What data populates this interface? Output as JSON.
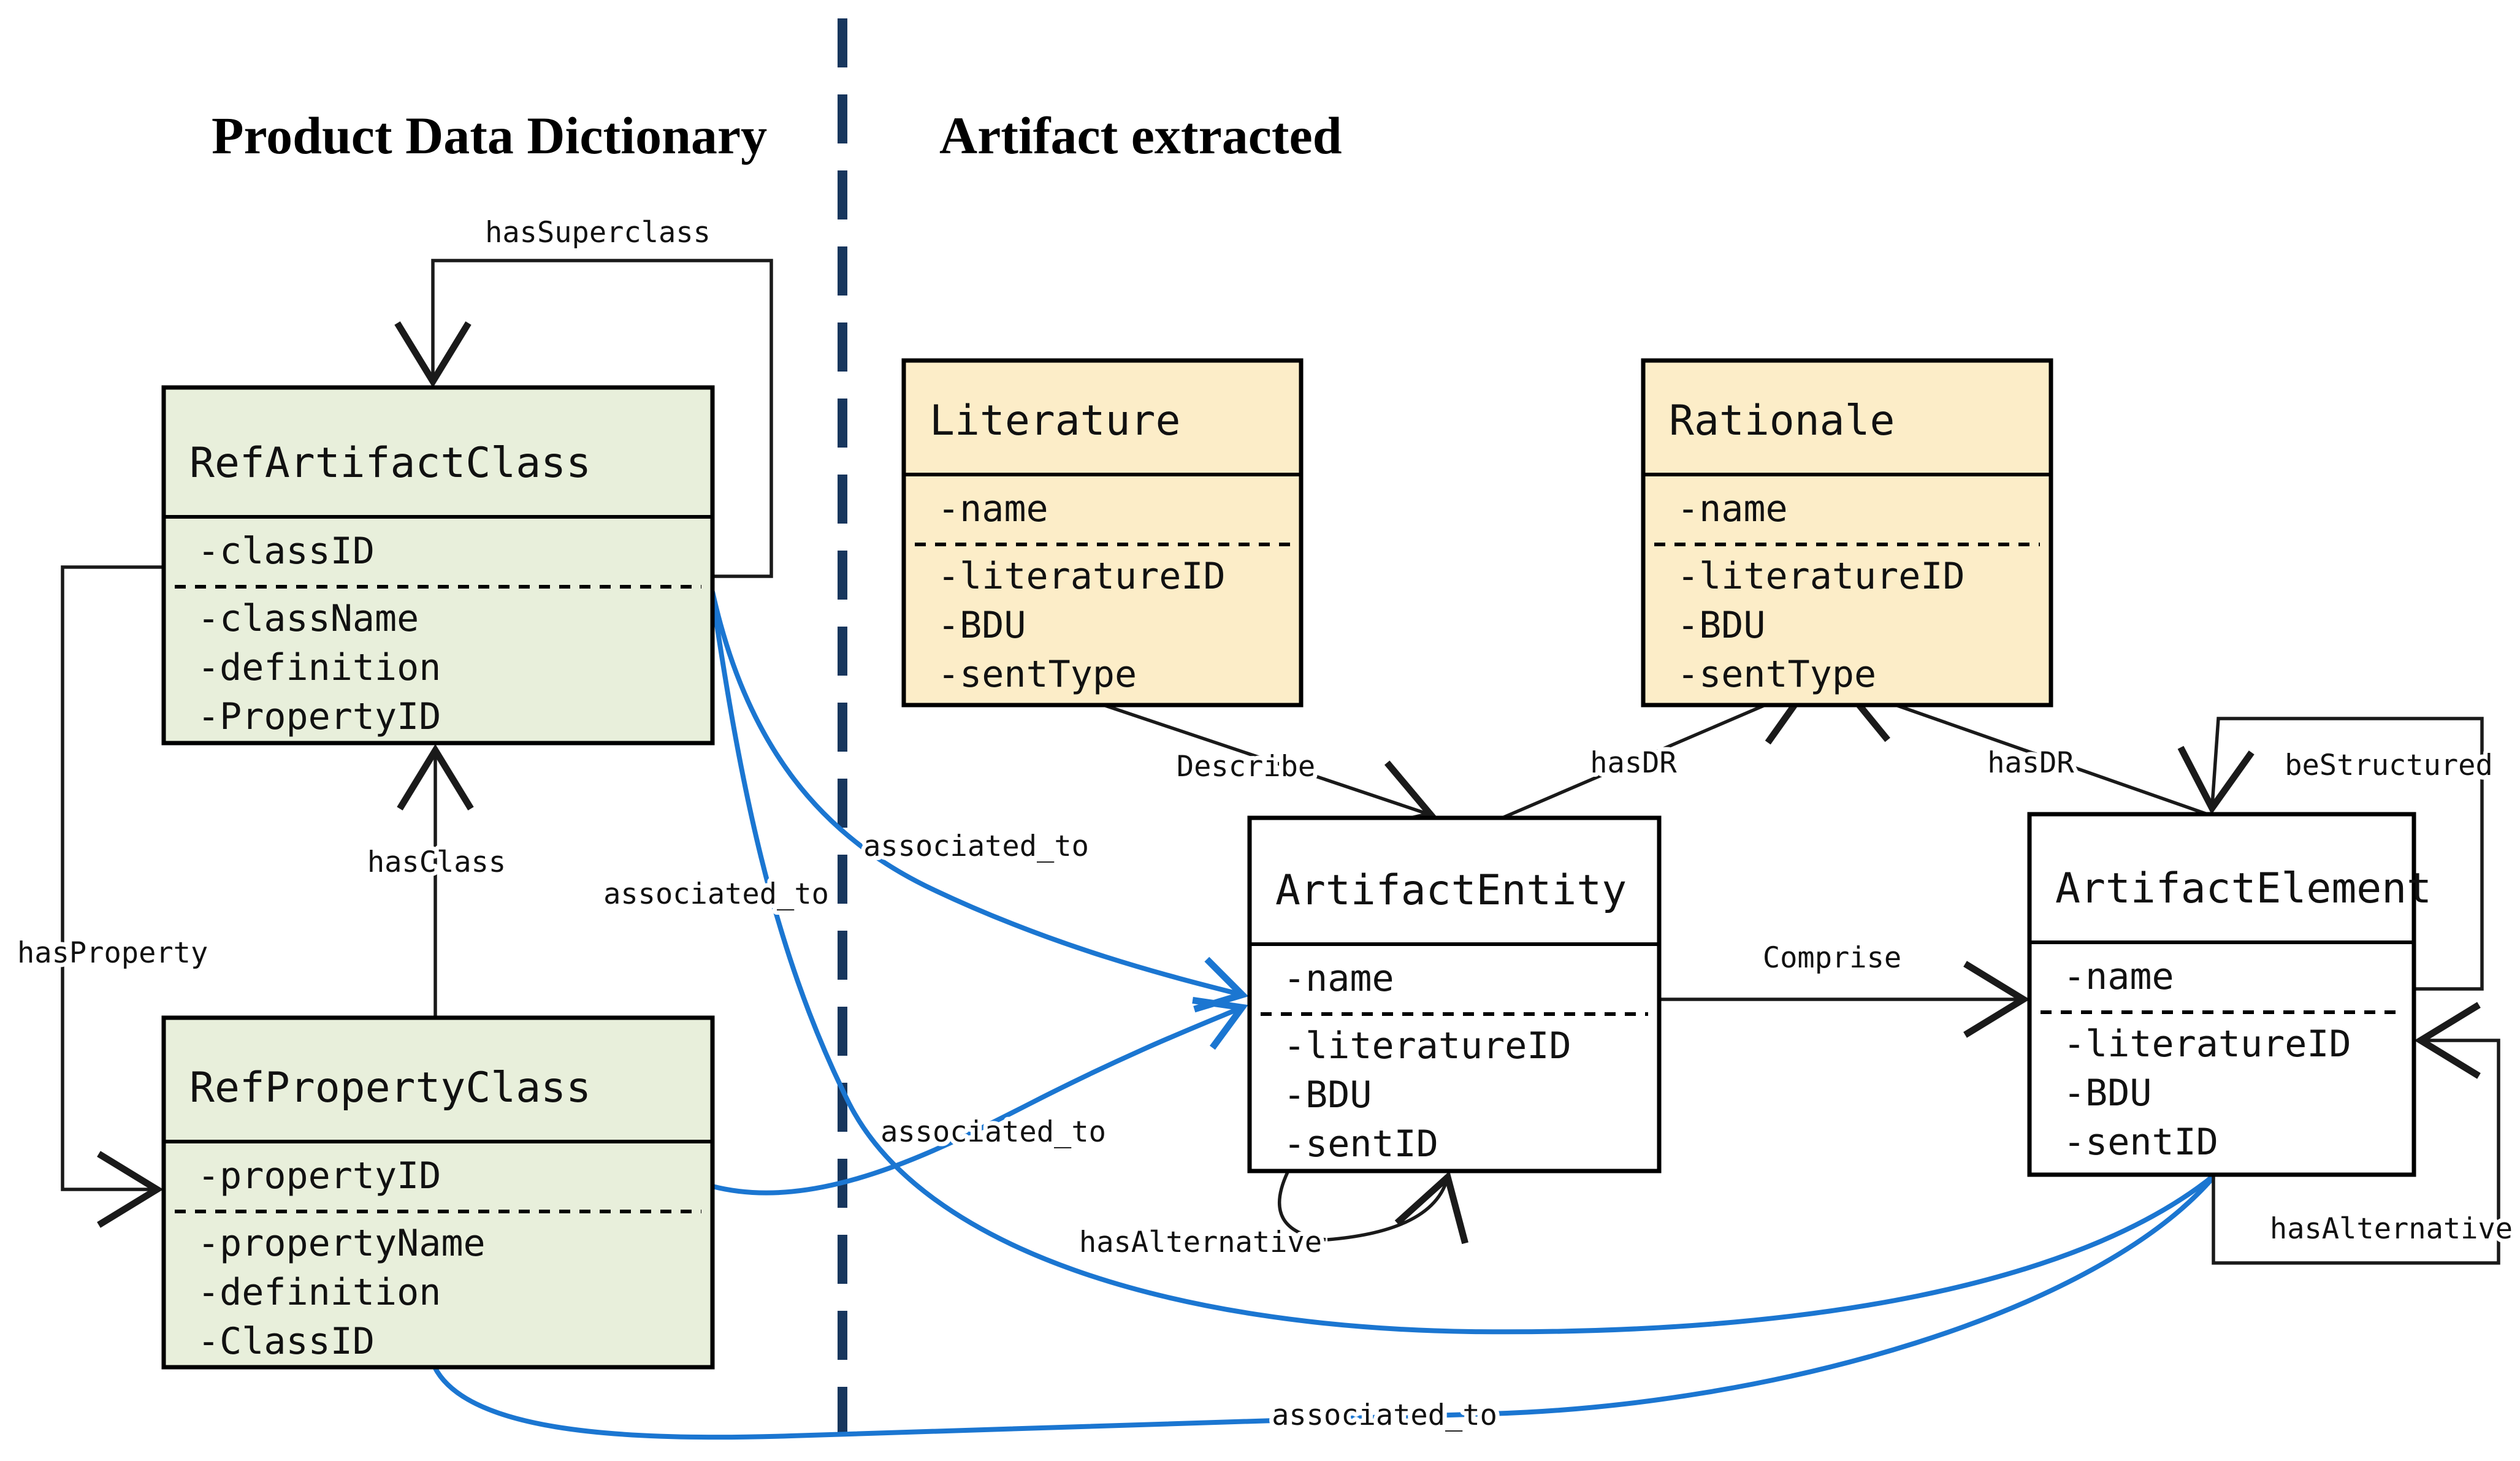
{
  "titles": {
    "left": "Product Data Dictionary",
    "right": "Artifact extracted"
  },
  "classes": [
    {
      "key": "refArtifactClass",
      "name": "RefArtifactClass",
      "primary": [
        "-classID"
      ],
      "secondary": [
        "-className",
        "-definition",
        "-PropertyID"
      ],
      "fill": "green"
    },
    {
      "key": "refPropertyClass",
      "name": "RefPropertyClass",
      "primary": [
        "-propertyID"
      ],
      "secondary": [
        "-propertyName",
        "-definition",
        "-ClassID"
      ],
      "fill": "green"
    },
    {
      "key": "literature",
      "name": "Literature",
      "primary": [
        "-name"
      ],
      "secondary": [
        "-literatureID",
        "-BDU",
        "-sentType"
      ],
      "fill": "tan"
    },
    {
      "key": "rationale",
      "name": "Rationale",
      "primary": [
        "-name"
      ],
      "secondary": [
        "-literatureID",
        "-BDU",
        "-sentType"
      ],
      "fill": "tan"
    },
    {
      "key": "artifactEntity",
      "name": "ArtifactEntity",
      "primary": [
        "-name"
      ],
      "secondary": [
        "-literatureID",
        "-BDU",
        "-sentID"
      ],
      "fill": "white"
    },
    {
      "key": "artifactElement",
      "name": "ArtifactElement",
      "primary": [
        "-name"
      ],
      "secondary": [
        "-literatureID",
        "-BDU",
        "-sentID"
      ],
      "fill": "white"
    }
  ],
  "relations": {
    "hasSuperclass": {
      "label": "hasSuperclass"
    },
    "hasClass": {
      "label": "hasClass"
    },
    "hasProperty": {
      "label": "hasProperty"
    },
    "describe": {
      "label": "Describe"
    },
    "hasDR_entity": {
      "label": "hasDR"
    },
    "hasDR_element": {
      "label": "hasDR"
    },
    "comprise": {
      "label": "Comprise"
    },
    "beStructured": {
      "label": "beStructured"
    },
    "hasAlternative_entity": {
      "label": "hasAlternative"
    },
    "hasAlternative_element": {
      "label": "hasAlternative"
    },
    "associated_to_1": {
      "label": "associated_to"
    },
    "associated_to_2": {
      "label": "associated_to"
    },
    "associated_to_3": {
      "label": "associated_to"
    },
    "associated_to_4": {
      "label": "associated_to"
    }
  },
  "colors": {
    "class_green": "#e8efdb",
    "class_tan": "#fcedc8",
    "class_white": "#ffffff",
    "box_border": "#000000",
    "relation_line": "#1a1a1a",
    "association_blue": "#1b76d1",
    "divider_navy": "#17365d"
  }
}
